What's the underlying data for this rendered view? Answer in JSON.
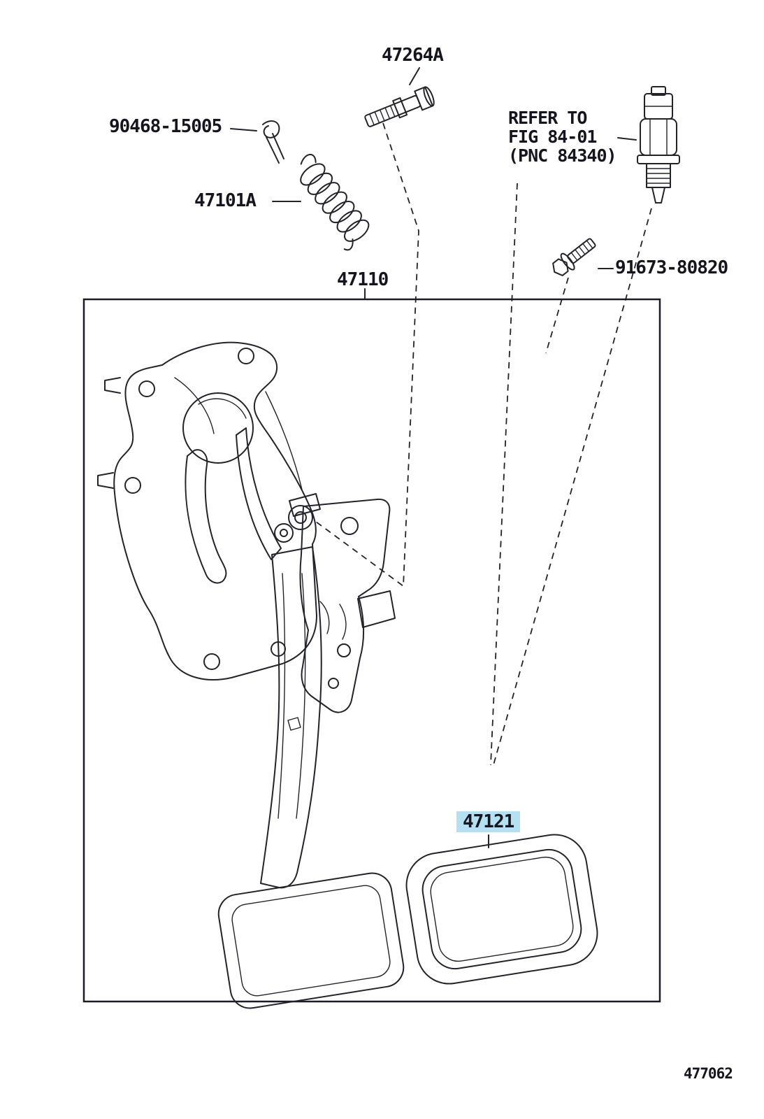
{
  "diagram": {
    "figure_number": "477062",
    "line_color": "#23232b",
    "highlight_color": "#b5e0f2",
    "parts": {
      "p47264a": "47264A",
      "p90468": "90468-15005",
      "p47101a": "47101A",
      "p47110": "47110",
      "p91673": "91673-80820",
      "p47121": "47121"
    },
    "reference_note": {
      "line1": "REFER TO",
      "line2": "FIG 84-01",
      "line3": "(PNC 84340)"
    }
  }
}
